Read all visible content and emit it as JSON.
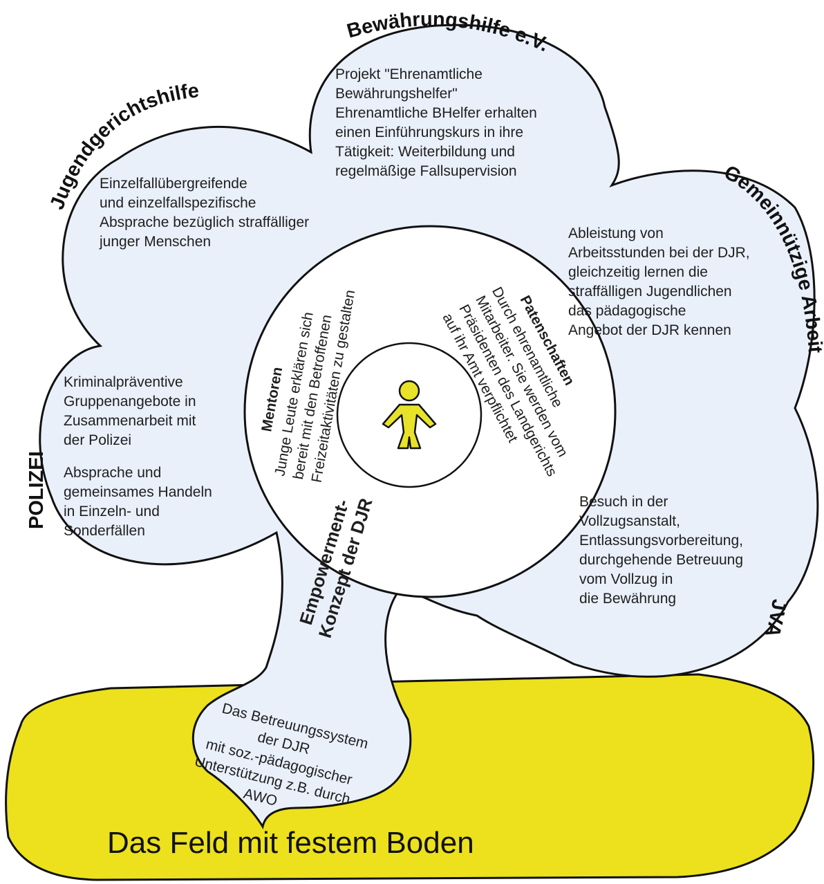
{
  "petals": {
    "bewaehrungshilfe": {
      "title": "Bewährungshilfe e.V.",
      "lines": [
        "Projekt \"Ehrenamtliche",
        "Bewährungshelfer\"",
        "Ehrenamtliche BHelfer erhalten",
        "einen Einführungskurs in ihre",
        "Tätigkeit: Weiterbildung und",
        "regelmäßige Fallsupervision"
      ]
    },
    "jugendgerichtshilfe": {
      "title": "Jugendgerichtshilfe",
      "lines": [
        "Einzelfallübergreifende",
        "und einzelfallspezifische",
        "Absprache bezüglich straffälliger",
        "junger Menschen"
      ]
    },
    "gemeinnuetzige_arbeit": {
      "title": "Gemeinnützige Arbeit",
      "lines": [
        "Ableistung von",
        "Arbeitsstunden bei der DJR,",
        "gleichzeitig lernen die",
        "straffälligen Jugendlichen",
        "das pädagogische",
        "Angebot der DJR kennen"
      ]
    },
    "polizei": {
      "title": "POLIZEI",
      "lines": [
        "Kriminalpräventive",
        "Gruppenangebote in",
        "Zusammenarbeit mit",
        "der Polizei",
        "",
        "Absprache und",
        "gemeinsames Handeln",
        "in Einzeln- und",
        "Sonderfällen"
      ]
    },
    "jva": {
      "title": "JVA",
      "lines": [
        "Besuch in der",
        "Vollzugsanstalt,",
        "Entlassungsvorbereitung,",
        "durchgehende Betreuung",
        "vom Vollzug in",
        "die Bewährung"
      ]
    }
  },
  "inner": {
    "mentoren": {
      "title": "Mentoren",
      "lines": [
        "Junge Leute erklären sich",
        "bereit mit den Betroffenen",
        "Freizeitaktivitäten zu gestalten"
      ]
    },
    "patenschaften": {
      "title": "Patenschaften",
      "lines": [
        "Durch ehrenamtliche",
        "Mitarbeiter. Sie werden vom",
        "Präsidenten des Landgerichts",
        "auf ihr Amt verpflichtet"
      ]
    }
  },
  "stem": {
    "title_lines": [
      "Empowerment-",
      "Konzept der DJR"
    ]
  },
  "root": {
    "lines": [
      "Das Betreuungssystem",
      "der DJR",
      "mit soz.-pädagogischer",
      "Unterstützung z.B. durch",
      "AWO"
    ]
  },
  "ground": {
    "label": "Das Feld mit festem Boden"
  },
  "colors": {
    "cloud_fill": "#e9f0fa",
    "ground_fill": "#ece11c",
    "figure_fill": "#e8e32a",
    "outline": "#111111"
  }
}
